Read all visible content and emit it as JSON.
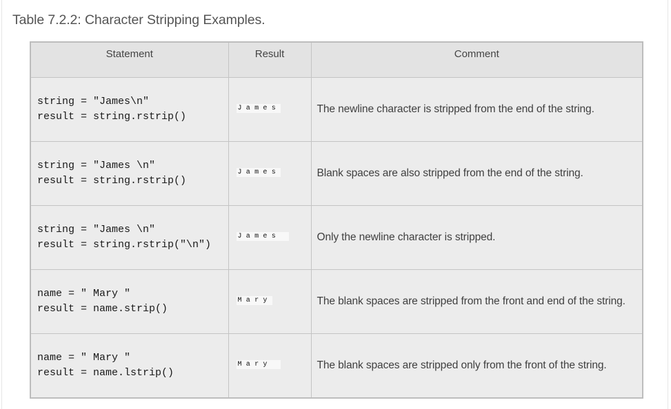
{
  "caption": "Table 7.2.2: Character Stripping Examples.",
  "headers": {
    "statement": "Statement",
    "result": "Result",
    "comment": "Comment"
  },
  "rows": [
    {
      "code_line1": "string = \"James\\n\"",
      "code_line2": "result = string.rstrip()",
      "result": "James",
      "comment": "The newline character is stripped from the end of the string."
    },
    {
      "code_line1": "string = \"James \\n\"",
      "code_line2": "result = string.rstrip()",
      "result": "James",
      "comment": "Blank spaces are also stripped from the end of the string."
    },
    {
      "code_line1": "string = \"James \\n\"",
      "code_line2": "result = string.rstrip(\"\\n\")",
      "result": "James ",
      "comment": "Only the newline character is stripped."
    },
    {
      "code_line1": "name = \" Mary \"",
      "code_line2": "result = name.strip()",
      "result": "Mary",
      "comment": "The blank spaces are stripped from the front and end of the string."
    },
    {
      "code_line1": "name = \" Mary \"",
      "code_line2": "result = name.lstrip()",
      "result": "Mary ",
      "comment": "The blank spaces are stripped only from the front of the string."
    }
  ]
}
